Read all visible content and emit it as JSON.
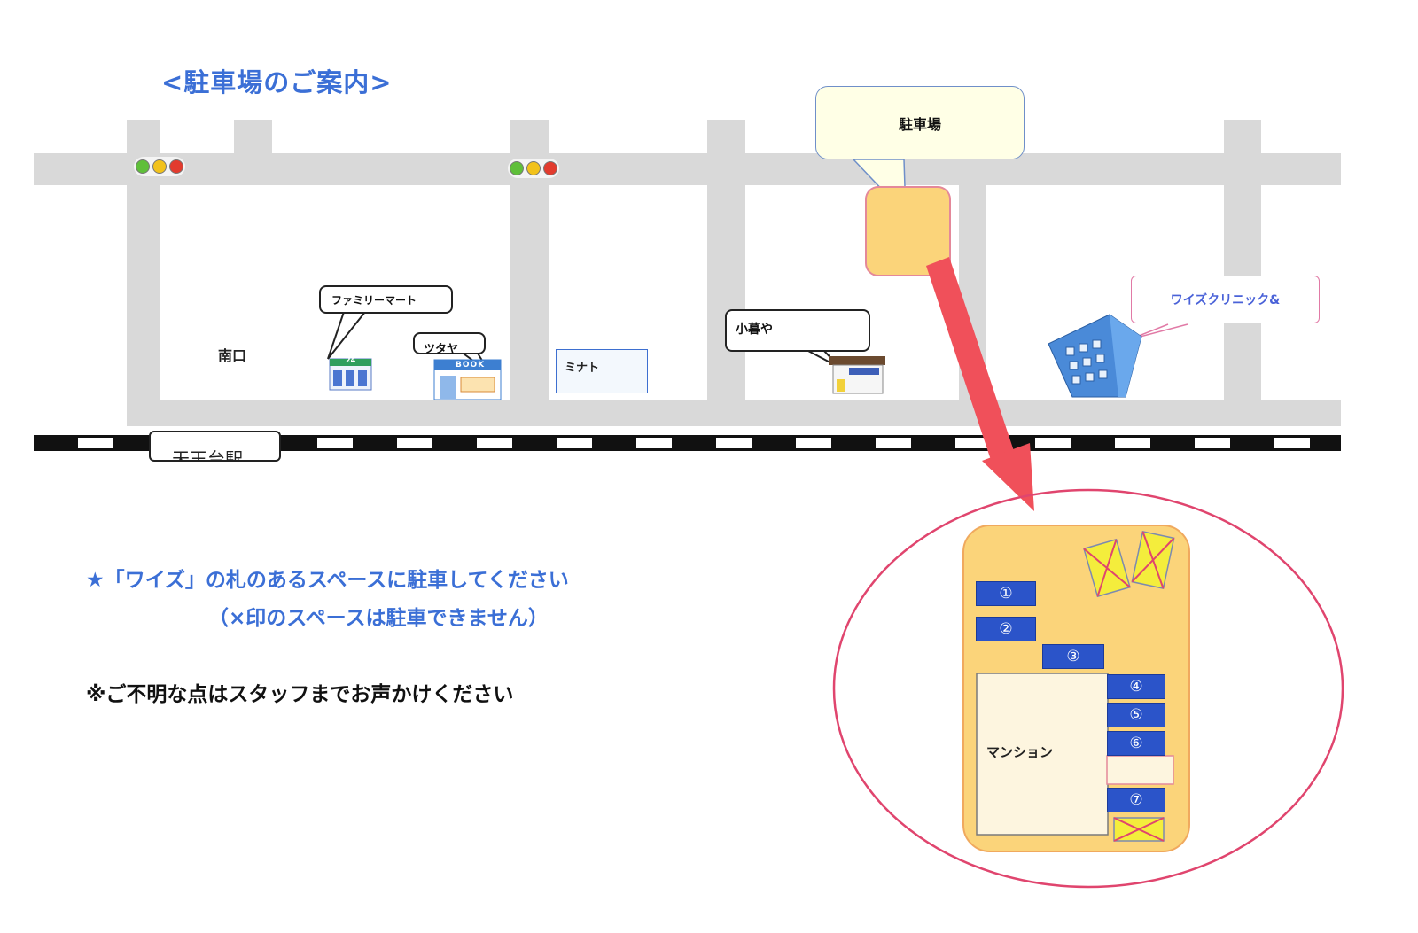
{
  "title": "<駐車場のご案内>",
  "roads": {
    "signal_colors": [
      "#5fbf3a",
      "#f2c21b",
      "#e23b2e"
    ]
  },
  "map_labels": {
    "south_exit": "南口",
    "station": "天王台駅",
    "minato": "ミナト"
  },
  "callouts": {
    "parking": "駐車場",
    "familymart": "ファミリーマート",
    "tsutaya": "ツタヤ",
    "kogureya": "小暮や",
    "clinic": "ワイズクリニック&"
  },
  "icons": {
    "familymart_sign": "24",
    "tsutaya_sign": "BOOK"
  },
  "detail": {
    "building": "マンション",
    "spaces": [
      "①",
      "②",
      "③",
      "④",
      "⑤",
      "⑥",
      "⑦"
    ]
  },
  "notes": {
    "line1": "★「ワイズ」の札のあるスペースに駐車してください",
    "line2": "（×印のスペースは駐車できません）",
    "line3": "※ご不明な点はスタッフまでお声かけください"
  },
  "colors": {
    "title_blue": "#3b6fd6",
    "parking_fill": "#fbd47a",
    "arrow": "#f0505a",
    "ellipse": "#e0456e",
    "space_blue": "#2b54c9",
    "clinic_text": "#4a62d8"
  }
}
